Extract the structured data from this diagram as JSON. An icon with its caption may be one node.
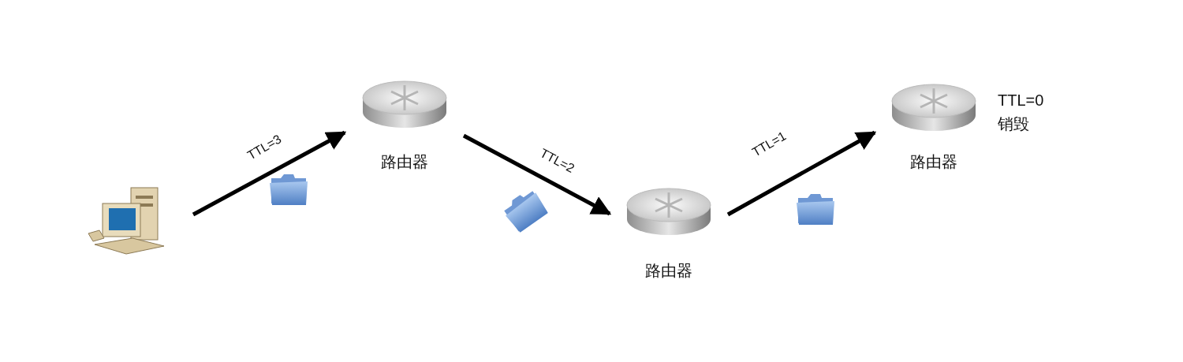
{
  "diagram": {
    "nodes": [
      {
        "text": [],
        "shape": "picture"
      },
      {
        "text": [
          "路由器"
        ]
      },
      {
        "text": [
          "路由器"
        ]
      },
      {
        "text": [
          "路由器"
        ],
        "beside": [
          "TTL=0",
          "销毁"
        ]
      }
    ],
    "edges": [
      {
        "from": 0,
        "to": 1,
        "arrow": "to",
        "label": "TTL=3"
      },
      {
        "from": 1,
        "to": 2,
        "arrow": "to",
        "label": "TTL=2"
      },
      {
        "from": 2,
        "to": 3,
        "arrow": "to",
        "label": "TTL=1"
      }
    ]
  }
}
